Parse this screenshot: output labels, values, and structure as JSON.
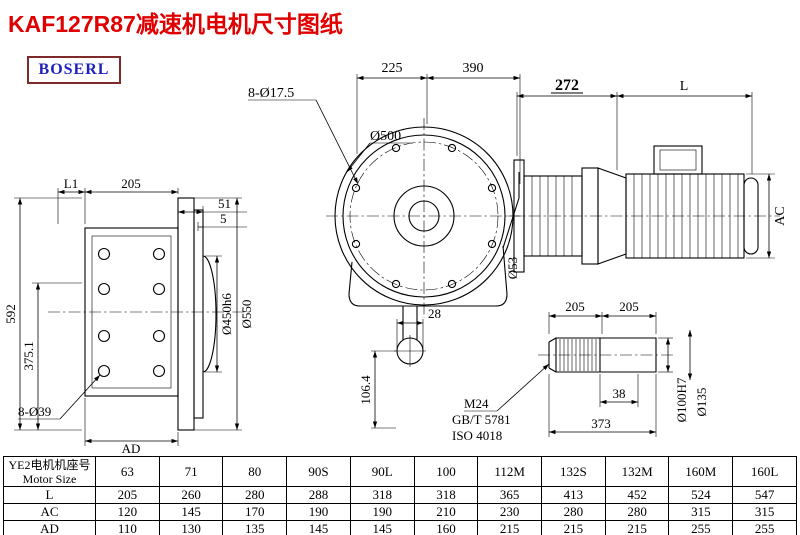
{
  "title": "KAF127R87减速机电机尺寸图纸",
  "brand": "BOSERL",
  "views": {
    "front": {
      "dim_L1": "L1",
      "dim_205": "205",
      "dim_51": "51",
      "dim_5": "5",
      "dim_592": "592",
      "dim_375": "375.1",
      "dim_bolt_holes": "8-Ø39",
      "dim_AD": "AD",
      "dim_d450": "Ø450h6",
      "dim_d550": "Ø550"
    },
    "flange": {
      "dim_225": "225",
      "dim_390": "390",
      "dim_bolt_holes": "8-Ø17.5",
      "dim_d500": "Ø500",
      "dim_d53": "Ø53",
      "dim_28": "28",
      "dim_106": "106.4"
    },
    "motor": {
      "dim_272": "272",
      "dim_L": "L",
      "dim_AC": "AC"
    },
    "shaft": {
      "dim_205a": "205",
      "dim_205b": "205",
      "dim_38": "38",
      "dim_373": "373",
      "thread_label": "M24",
      "standard_gb": "GB/T 5781",
      "standard_iso": "ISO 4018",
      "dim_d100": "Ø100H7",
      "dim_d135": "Ø135"
    }
  },
  "table": {
    "header_cn": "YE2电机机座号",
    "header_en": "Motor Size",
    "columns": [
      "63",
      "71",
      "80",
      "90S",
      "90L",
      "100",
      "112M",
      "132S",
      "132M",
      "160M",
      "160L"
    ],
    "rows": [
      {
        "label": "L",
        "values": [
          "205",
          "260",
          "280",
          "288",
          "318",
          "318",
          "365",
          "413",
          "452",
          "524",
          "547"
        ]
      },
      {
        "label": "AC",
        "values": [
          "120",
          "145",
          "170",
          "190",
          "190",
          "210",
          "230",
          "280",
          "280",
          "315",
          "315"
        ]
      },
      {
        "label": "AD",
        "values": [
          "110",
          "130",
          "135",
          "145",
          "145",
          "160",
          "215",
          "215",
          "215",
          "255",
          "255"
        ]
      }
    ]
  }
}
